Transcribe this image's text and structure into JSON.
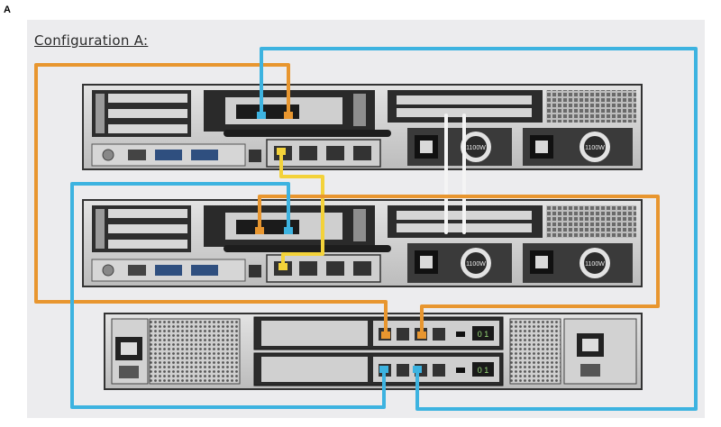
{
  "figure": {
    "corner_label": "A",
    "title": "Configuration A:"
  },
  "colors": {
    "orange": "#e8962f",
    "blue": "#3db3e0",
    "yellow": "#f3d23a",
    "white": "#f4f4f4",
    "chassis": "#3a3a3a",
    "chassis_light": "#d9d9d9",
    "panel": "#ececee"
  },
  "servers": [
    {
      "id": "server-top",
      "psu_labels": [
        "1100W",
        "1100W"
      ]
    },
    {
      "id": "server-bottom",
      "psu_labels": [
        "1100W",
        "1100W"
      ]
    }
  ],
  "storage": {
    "controllers": [
      {
        "id": "controller-1",
        "display": "0 1"
      },
      {
        "id": "controller-2",
        "display": "0 1"
      }
    ]
  }
}
